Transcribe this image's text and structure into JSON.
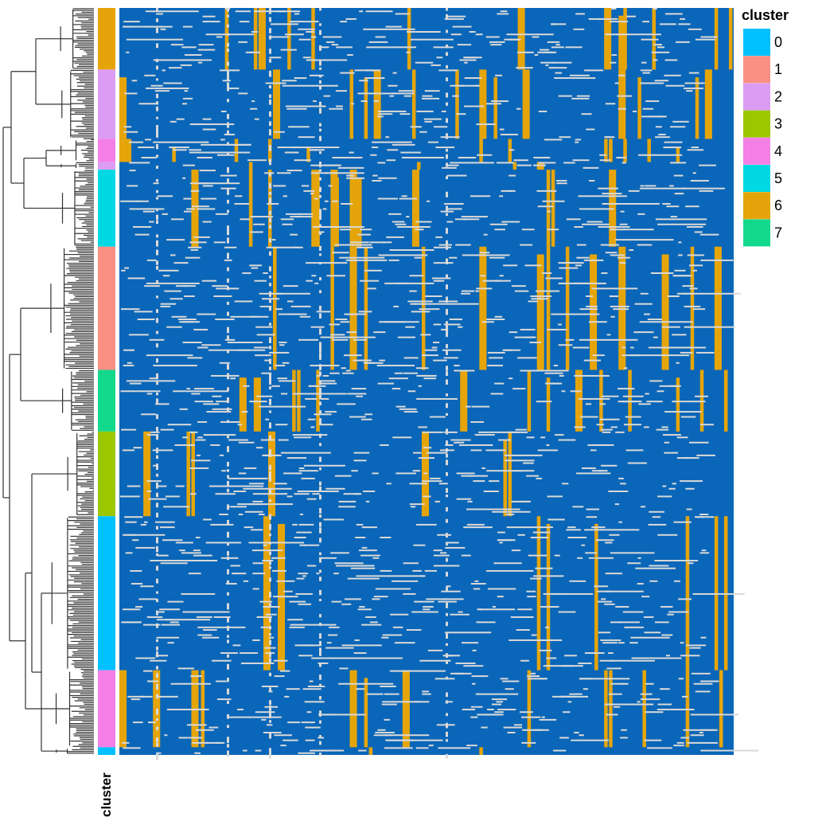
{
  "chart_data": {
    "type": "heatmap",
    "title": "",
    "xlabel": "",
    "ylabel": "",
    "row_annotation": {
      "name": "cluster",
      "axis_label": "cluster",
      "order_top_to_bottom": [
        "6",
        "2",
        "4",
        "2",
        "5",
        "1",
        "7",
        "3",
        "0",
        "4",
        "0"
      ],
      "segment_rows": [
        8,
        9,
        3,
        1,
        10,
        16,
        8,
        11,
        20,
        10,
        1
      ]
    },
    "legend": {
      "title": "cluster",
      "placement": "right",
      "entries": [
        {
          "label": "0",
          "color": "#00C1FF"
        },
        {
          "label": "1",
          "color": "#FA8F84"
        },
        {
          "label": "2",
          "color": "#DC9CF3"
        },
        {
          "label": "3",
          "color": "#9BC700"
        },
        {
          "label": "4",
          "color": "#F47FE6"
        },
        {
          "label": "5",
          "color": "#00D8E3"
        },
        {
          "label": "6",
          "color": "#E5A50A"
        },
        {
          "label": "7",
          "color": "#13D98C"
        }
      ]
    },
    "cell_colors": {
      "background": "#0A66B8",
      "high": "#E5A50A",
      "missing": "#D9D9D9"
    },
    "dendrogram": "rows",
    "n_rows": 97,
    "n_cols": 128
  }
}
